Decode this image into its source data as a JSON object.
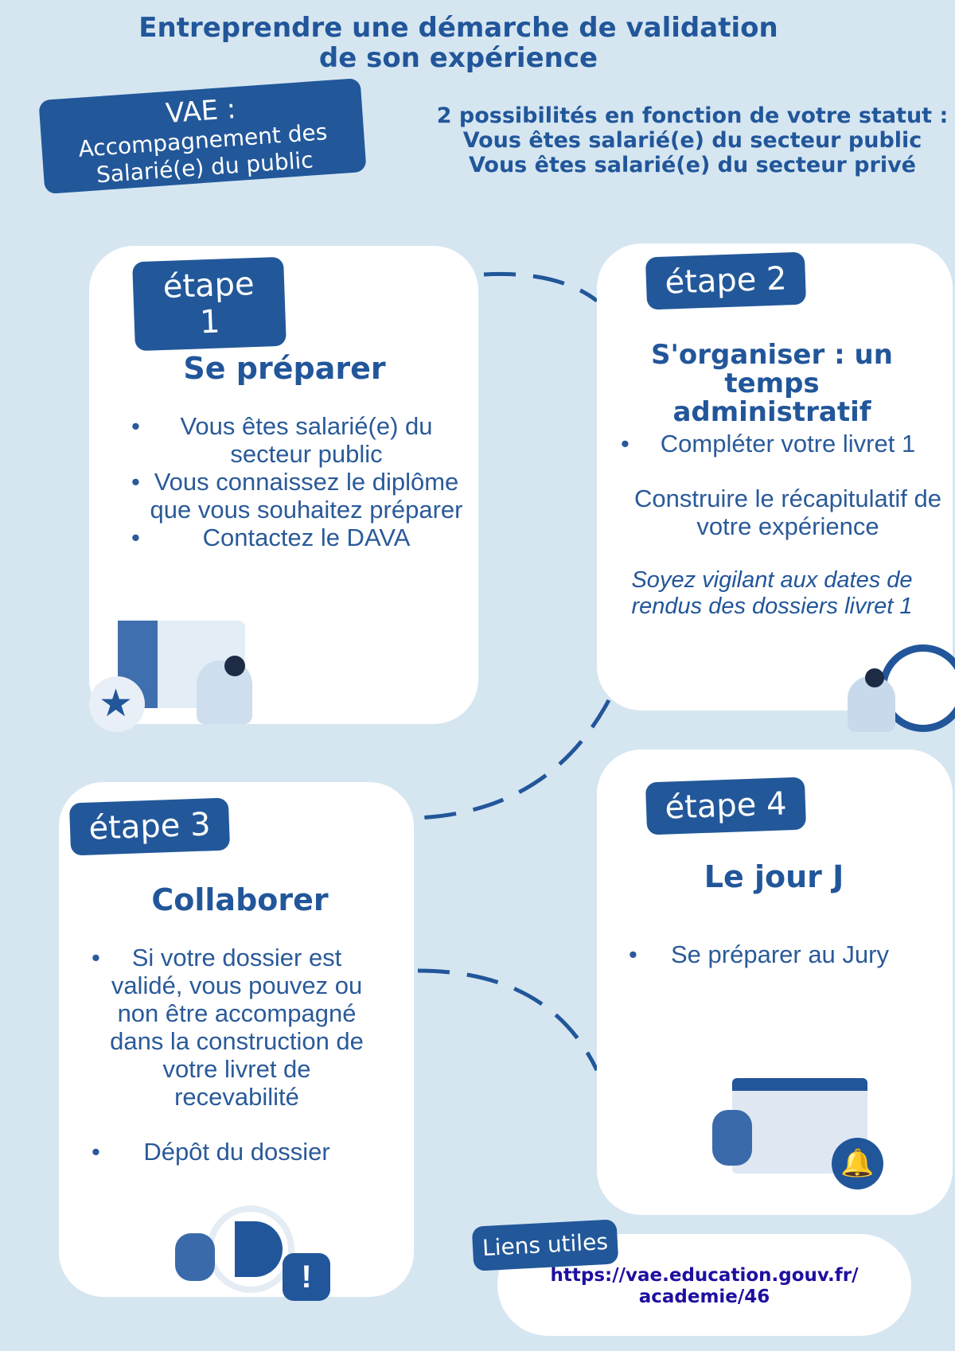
{
  "title": [
    "Entreprendre une démarche de validation",
    "de son expérience"
  ],
  "vae_badge": [
    "VAE :",
    "Accompagnement des",
    "Salarié(e) du public"
  ],
  "status": [
    "2 possibilités en fonction de votre statut :",
    "Vous êtes salarié(e) du secteur public",
    "Vous êtes salarié(e) du secteur privé"
  ],
  "steps": [
    {
      "label": "étape 1",
      "title": "Se préparer",
      "items": [
        "Vous êtes salarié(e) du secteur public",
        "Vous connaissez le diplôme que vous souhaitez préparer",
        "Contactez le DAVA"
      ]
    },
    {
      "label": "étape 2",
      "title": "S'organiser : un temps administratif",
      "items": [
        "Compléter votre livret 1"
      ],
      "text": "Construire le récapitulatif de votre expérience",
      "note": "Soyez vigilant aux dates de rendus des dossiers livret 1"
    },
    {
      "label": "étape 3",
      "title": "Collaborer",
      "items": [
        "Si votre dossier est validé, vous pouvez ou non être accompagné dans la construction de votre livret de recevabilité",
        "Dépôt du dossier"
      ]
    },
    {
      "label": "étape 4",
      "title": "Le jour J",
      "items": [
        "Se préparer au Jury"
      ]
    }
  ],
  "links": {
    "label": "Liens utiles",
    "url": [
      "https://vae.education.gouv.fr/",
      "academie/46"
    ]
  },
  "colors": {
    "background": "#d5e6f1",
    "primary": "#22589a",
    "link": "#1e0fa0"
  }
}
